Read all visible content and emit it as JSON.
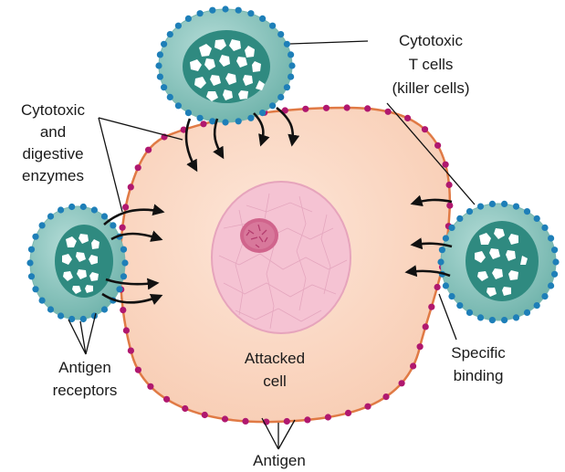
{
  "labels": {
    "tcells_line1": "Cytotoxic",
    "tcells_line2": "T cells",
    "tcells_line3": "(killer cells)",
    "enzymes_line1": "Cytotoxic",
    "enzymes_line2": "and",
    "enzymes_line3": "digestive",
    "enzymes_line4": "enzymes",
    "receptors_line1": "Antigen",
    "receptors_line2": "receptors",
    "attacked_line1": "Attacked",
    "attacked_line2": "cell",
    "binding_line1": "Specific",
    "binding_line2": "binding",
    "antigen": "Antigen"
  },
  "colors": {
    "attacked_cytoplasm": "#fbd9c5",
    "attacked_membrane": "#e07a45",
    "antigen_dot": "#b0186f",
    "nucleus_fill": "#f5c3d3",
    "nucleus_stroke": "#e6a4bc",
    "nucleolus": "#d0648c",
    "tcell_outer": "#8cc7c0",
    "tcell_nucleus": "#2f8a80",
    "receptor_dot": "#1e7fb8",
    "arrow": "#111111"
  }
}
